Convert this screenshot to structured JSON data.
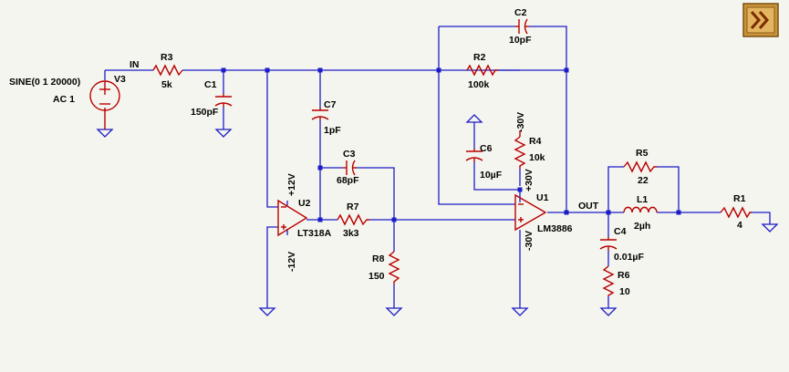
{
  "source": {
    "value": "SINE(0 1 20000)",
    "ac": "AC 1",
    "name": "V3"
  },
  "nets": {
    "in": "IN",
    "out": "OUT"
  },
  "parts": {
    "R3": {
      "name": "R3",
      "value": "5k"
    },
    "C1": {
      "name": "C1",
      "value": "150pF"
    },
    "C7": {
      "name": "C7",
      "value": "1pF"
    },
    "C3": {
      "name": "C3",
      "value": "68pF"
    },
    "R7": {
      "name": "R7",
      "value": "3k3"
    },
    "R8": {
      "name": "R8",
      "value": "150"
    },
    "C2": {
      "name": "C2",
      "value": "10pF"
    },
    "R2": {
      "name": "R2",
      "value": "100k"
    },
    "C6": {
      "name": "C6",
      "value": "10µF"
    },
    "R4": {
      "name": "R4",
      "value": "10k",
      "supply": "-30V"
    },
    "R5": {
      "name": "R5",
      "value": "22"
    },
    "L1": {
      "name": "L1",
      "value": "2µh"
    },
    "C4": {
      "name": "C4",
      "value": "0.01µF"
    },
    "R6": {
      "name": "R6",
      "value": "10"
    },
    "R1": {
      "name": "R1",
      "value": "4"
    }
  },
  "opamps": {
    "U2": {
      "name": "U2",
      "model": "LT318A",
      "vpos": "+12V",
      "vneg": "-12V"
    },
    "U1": {
      "name": "U1",
      "model": "LM3886",
      "vpos": "+30V",
      "vneg": "-30V"
    }
  },
  "colors": {
    "wire": "#1c1cc8",
    "component": "#b80000",
    "background": "#f5f5ef",
    "button": "#c9953b"
  },
  "toolbar": {
    "icon": "fast-forward-icon"
  }
}
